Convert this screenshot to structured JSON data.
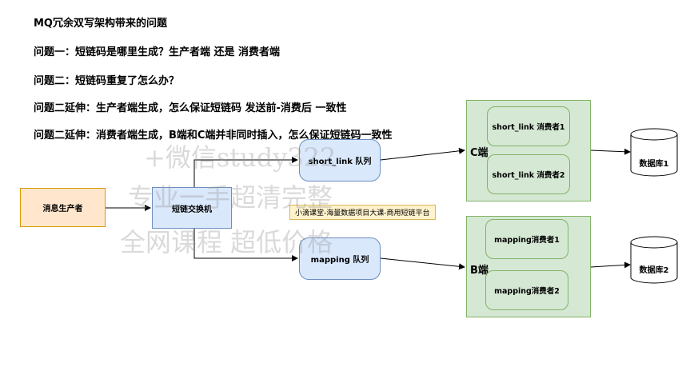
{
  "title": "MQ冗余双写架构带来的问题",
  "questions": [
    "问题一：短链码是哪里生成？生产者端 还是 消费者端",
    "问题二：短链码重复了怎么办？",
    "问题二延伸：生产者端生成，怎么保证短链码 发送前-消费后 一致性",
    "问题二延伸：消费者端生成，B端和C端并非同时插入，怎么保证短链码一致性"
  ],
  "nodes": {
    "producer": "消息生产者",
    "switch": "短链交换机",
    "short_link_queue": "short_link 队列",
    "mapping_queue": "mapping 队列",
    "c_end": "C端",
    "b_end": "B端",
    "c_consumer1": "short_link 消费者1",
    "c_consumer2": "short_link 消费者2",
    "b_consumer1": "mapping消费者1",
    "b_consumer2": "mapping消费者2",
    "db1": "数据库1",
    "db2": "数据库2"
  },
  "banner": "小滴课堂-海量数据项目大课-商用短链平台",
  "watermark": [
    "+微信study322",
    "专业一手超清完整",
    "全网课程 超低价格"
  ]
}
